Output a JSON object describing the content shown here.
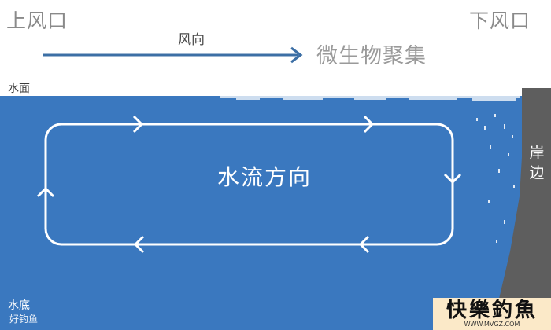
{
  "labels": {
    "upwind_shore": "上风口",
    "downwind_shore": "下风口",
    "wind_direction": "风向",
    "microbe_gathering": "微生物聚集",
    "water_surface": "水面",
    "water_current_direction": "水流方向",
    "shore": "岸边",
    "water_bottom": "水底"
  },
  "watermark": "好钓鱼",
  "logo": {
    "title": "快樂釣魚",
    "url": "WWW.MVGZ.COM"
  },
  "colors": {
    "water": "#3a78bf",
    "wind_arrow": "#3c6fa5",
    "shore": "#5e5e5e",
    "loop": "#ffffff",
    "logo_background": "#fbe9c8"
  }
}
